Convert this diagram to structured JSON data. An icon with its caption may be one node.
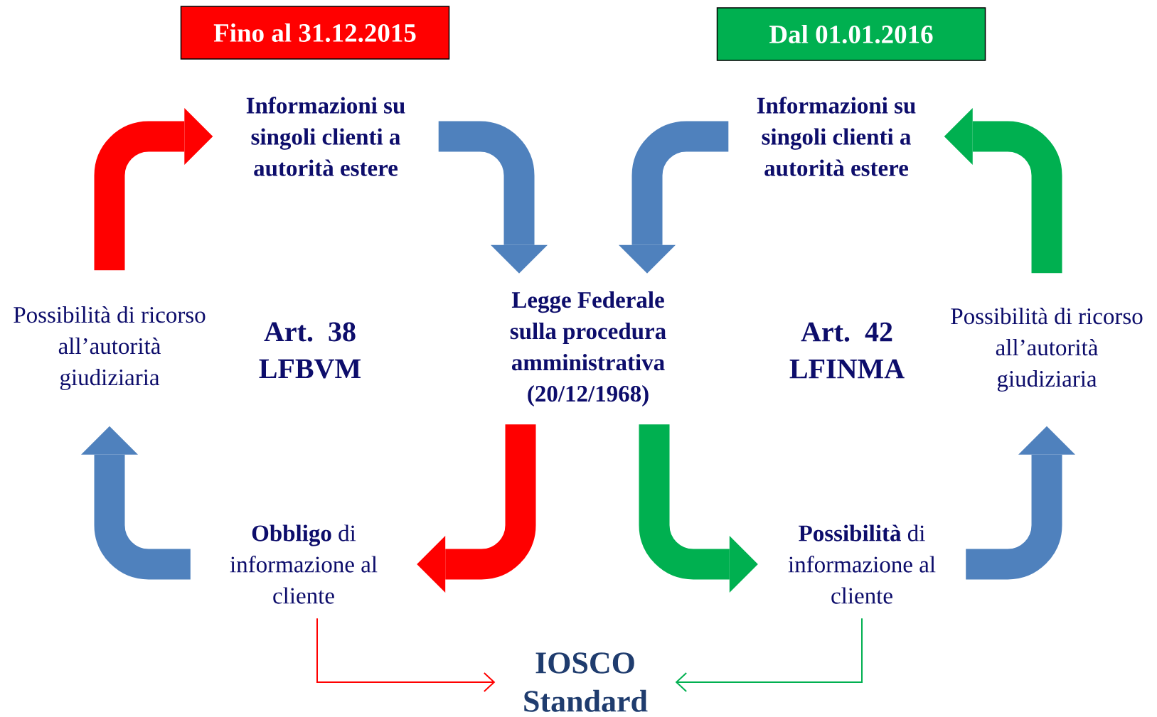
{
  "diagram": {
    "nodes": [
      {
        "text": [
          "Fino al 31.12.2015"
        ]
      },
      {
        "text": [
          "Dal 01.01.2016"
        ]
      },
      {
        "text": [
          "Informazioni su singoli clienti a autorità estere"
        ]
      },
      {
        "text": [
          "Informazioni su singoli clienti a autorità estere"
        ]
      },
      {
        "text": [
          "Possibilità di ricorso all’autorità giudiziaria"
        ]
      },
      {
        "text": [
          "Legge Federale sulla procedura amministrativa (20/12/1968)"
        ]
      },
      {
        "text": [
          "Possibilità di ricorso all’autorità giudiziaria"
        ]
      },
      {
        "text": [
          "**Obbligo** di informazione al cliente"
        ]
      },
      {
        "text": [
          "**Possibilità** di informazione al cliente"
        ]
      },
      {
        "text": [
          "IOSCO Standard"
        ]
      }
    ],
    "edges": [
      {
        "from": 4,
        "to": 2,
        "arrow": "to",
        "color": "#ff0000"
      },
      {
        "from": 2,
        "to": 5,
        "arrow": "to",
        "color": "#4f81bd"
      },
      {
        "from": 3,
        "to": 5,
        "arrow": "to",
        "color": "#4f81bd"
      },
      {
        "from": 5,
        "to": 7,
        "arrow": "to",
        "color": "#ff0000"
      },
      {
        "from": 7,
        "to": 4,
        "arrow": "to",
        "color": "#4f81bd"
      },
      {
        "from": 5,
        "to": 8,
        "arrow": "to",
        "color": "#00b050"
      },
      {
        "from": 8,
        "to": 6,
        "arrow": "to",
        "color": "#4f81bd"
      },
      {
        "from": 6,
        "to": 3,
        "arrow": "to",
        "color": "#00b050"
      },
      {
        "from": 7,
        "to": 9,
        "arrow": "to",
        "color": "#ff0000"
      },
      {
        "from": 8,
        "to": 9,
        "arrow": "to",
        "color": "#00b050"
      }
    ],
    "labels": [
      "Art. 38 LFBVM",
      "Art. 42 LFINMA"
    ]
  }
}
